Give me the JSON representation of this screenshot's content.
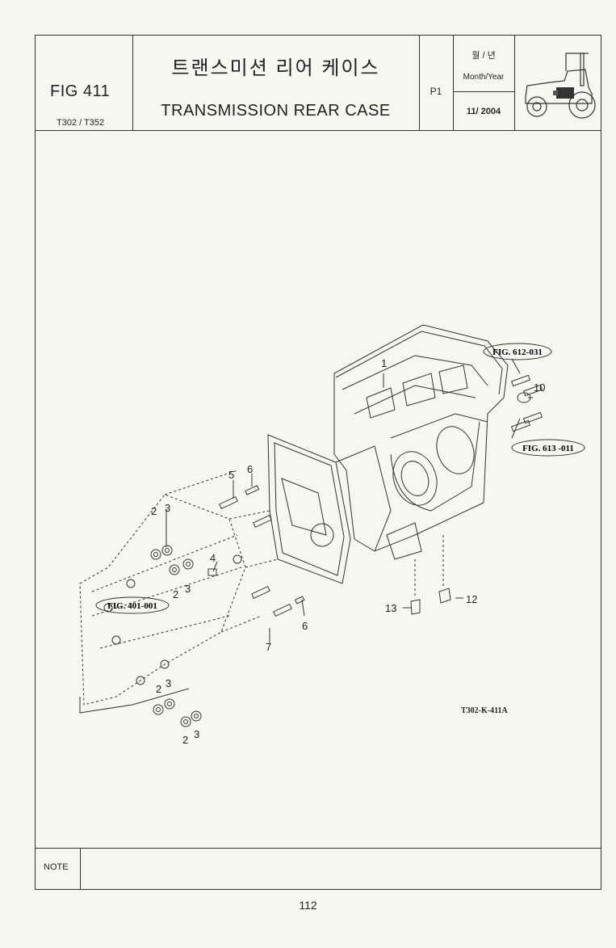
{
  "header": {
    "fig_number": "FIG 411",
    "models": "T302 / T352",
    "title_korean": "트랜스미션 리어 케이스",
    "title_english": "TRANSMISSION REAR CASE",
    "page_code": "P1",
    "month_year_korean": "월 / 년",
    "month_year_label": "Month/Year",
    "month_year_value": "11/ 2004"
  },
  "diagram": {
    "references": {
      "fig_612": "FIG. 612-031",
      "fig_613": "FIG. 613 -011",
      "fig_401": "FIG. 401-001"
    },
    "part_numbers": {
      "p1": "1",
      "p2a": "2",
      "p3a": "3",
      "p2b": "2",
      "p3b": "3",
      "p4": "4",
      "p5": "5",
      "p6a": "6",
      "p6b": "6",
      "p7": "7",
      "p10": "10",
      "p12": "12",
      "p13": "13",
      "p2c": "2",
      "p3c": "3",
      "p2d": "2",
      "p3d": "3"
    },
    "drawing_code": "T302-K-411A"
  },
  "footer": {
    "note_label": "NOTE",
    "page_number": "112"
  }
}
